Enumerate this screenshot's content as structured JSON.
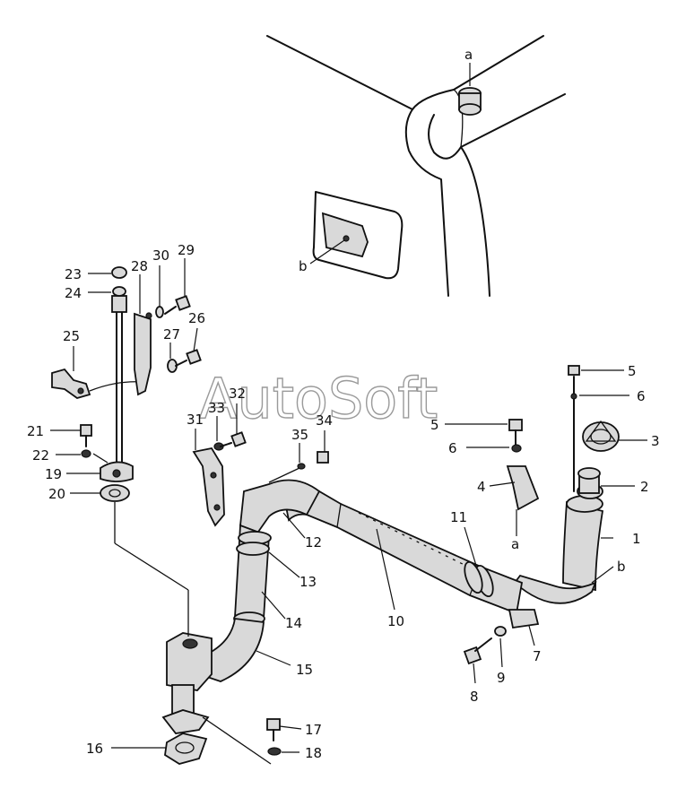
{
  "watermark": "AutoSoft",
  "callouts": [
    {
      "id": "c-a-top",
      "text": "a"
    },
    {
      "id": "c-b-top",
      "text": "b"
    },
    {
      "id": "c-1",
      "text": "1"
    },
    {
      "id": "c-2",
      "text": "2"
    },
    {
      "id": "c-3",
      "text": "3"
    },
    {
      "id": "c-4",
      "text": "4"
    },
    {
      "id": "c-a-bracket",
      "text": "a"
    },
    {
      "id": "c-5-right",
      "text": "5"
    },
    {
      "id": "c-6-right",
      "text": "6"
    },
    {
      "id": "c-5-mid",
      "text": "5"
    },
    {
      "id": "c-6-mid",
      "text": "6"
    },
    {
      "id": "c-b-elbow",
      "text": "b"
    },
    {
      "id": "c-7",
      "text": "7"
    },
    {
      "id": "c-8",
      "text": "8"
    },
    {
      "id": "c-9",
      "text": "9"
    },
    {
      "id": "c-10",
      "text": "10"
    },
    {
      "id": "c-11",
      "text": "11"
    },
    {
      "id": "c-12",
      "text": "12"
    },
    {
      "id": "c-13",
      "text": "13"
    },
    {
      "id": "c-14",
      "text": "14"
    },
    {
      "id": "c-15",
      "text": "15"
    },
    {
      "id": "c-16",
      "text": "16"
    },
    {
      "id": "c-17",
      "text": "17"
    },
    {
      "id": "c-18",
      "text": "18"
    },
    {
      "id": "c-19",
      "text": "19"
    },
    {
      "id": "c-20",
      "text": "20"
    },
    {
      "id": "c-21",
      "text": "21"
    },
    {
      "id": "c-22",
      "text": "22"
    },
    {
      "id": "c-23",
      "text": "23"
    },
    {
      "id": "c-24",
      "text": "24"
    },
    {
      "id": "c-25",
      "text": "25"
    },
    {
      "id": "c-26",
      "text": "26"
    },
    {
      "id": "c-27",
      "text": "27"
    },
    {
      "id": "c-28",
      "text": "28"
    },
    {
      "id": "c-29",
      "text": "29"
    },
    {
      "id": "c-30",
      "text": "30"
    },
    {
      "id": "c-31",
      "text": "31"
    },
    {
      "id": "c-32",
      "text": "32"
    },
    {
      "id": "c-33",
      "text": "33"
    },
    {
      "id": "c-34",
      "text": "34"
    },
    {
      "id": "c-35",
      "text": "35"
    }
  ]
}
